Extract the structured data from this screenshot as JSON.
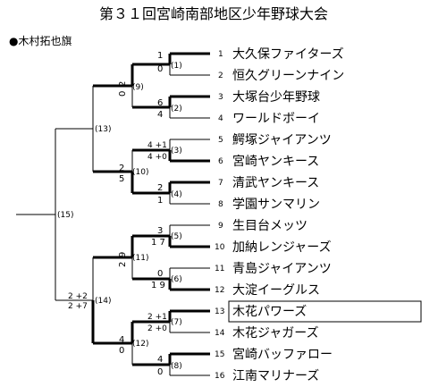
{
  "title": "第３１回宮崎南部地区少年野球大会",
  "flag_label": "●木村拓也旗",
  "teams": [
    {
      "seed": "1",
      "name": "大久保ファイターズ"
    },
    {
      "seed": "2",
      "name": "恒久グリーンナイン"
    },
    {
      "seed": "3",
      "name": "大塚台少年野球"
    },
    {
      "seed": "4",
      "name": "ワールドボーイ"
    },
    {
      "seed": "5",
      "name": "鰐塚ジャイアンツ"
    },
    {
      "seed": "6",
      "name": "宮崎ヤンキース"
    },
    {
      "seed": "7",
      "name": "清武ヤンキース"
    },
    {
      "seed": "8",
      "name": "学園サンマリン"
    },
    {
      "seed": "9",
      "name": "生目台メッツ"
    },
    {
      "seed": "10",
      "name": "加納レンジャーズ"
    },
    {
      "seed": "11",
      "name": "青島ジャイアンツ"
    },
    {
      "seed": "12",
      "name": "大淀イーグルス"
    },
    {
      "seed": "13",
      "name": "木花パワーズ"
    },
    {
      "seed": "14",
      "name": "木花ジャガーズ"
    },
    {
      "seed": "15",
      "name": "宮崎バッファロー"
    },
    {
      "seed": "16",
      "name": "江南マリナーズ"
    }
  ],
  "champion_seed": "13",
  "games": {
    "g1": {
      "no": "(1)",
      "top": "1",
      "bottom": "0"
    },
    "g2": {
      "no": "(2)",
      "top": "6",
      "bottom": "4"
    },
    "g3": {
      "no": "(3)",
      "top": "4 +1",
      "bottom": "4 +0"
    },
    "g4": {
      "no": "(4)",
      "top": "2",
      "bottom": "1"
    },
    "g5": {
      "no": "(5)",
      "top": "3",
      "bottom": "1 7"
    },
    "g6": {
      "no": "(6)",
      "top": "0",
      "bottom": "1 9"
    },
    "g7": {
      "no": "(7)",
      "top": "2 +1",
      "bottom": "2 +0"
    },
    "g8": {
      "no": "(8)",
      "top": "4",
      "bottom": "0"
    },
    "g9": {
      "no": "(9)",
      "top": "2",
      "bottom": "0"
    },
    "g10": {
      "no": "(10)",
      "top": "2",
      "bottom": "5"
    },
    "g11": {
      "no": "(11)",
      "top": "9",
      "bottom": "2"
    },
    "g12": {
      "no": "(12)",
      "top": "4",
      "bottom": "0"
    },
    "g13": {
      "no": "(13)",
      "top": "",
      "bottom": ""
    },
    "g14": {
      "no": "(14)",
      "top": "2 +2",
      "bottom": "2 +7"
    },
    "g15": {
      "no": "(15)",
      "top": "",
      "bottom": ""
    }
  }
}
